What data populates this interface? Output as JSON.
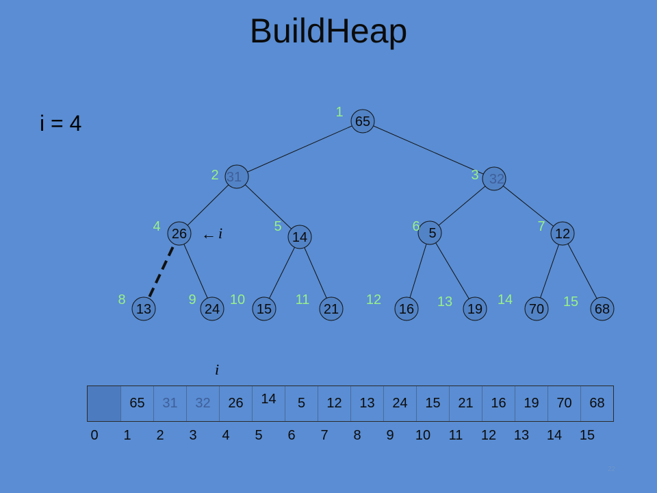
{
  "title": "BuildHeap",
  "iteration_label": "i = 4",
  "pointer_symbol": "i",
  "arrow_glyph": "←",
  "colors": {
    "background": "#5a8dd3",
    "index_label": "#99f08a",
    "node_fill": "#5283c6",
    "highlight_text": "#3f5f9a"
  },
  "tree": {
    "nodes": [
      {
        "index": "1",
        "value": "65"
      },
      {
        "index": "2",
        "value": "31"
      },
      {
        "index": "3",
        "value": "32"
      },
      {
        "index": "4",
        "value": "26"
      },
      {
        "index": "5",
        "value": "14"
      },
      {
        "index": "6",
        "value": "5"
      },
      {
        "index": "7",
        "value": "12"
      },
      {
        "index": "8",
        "value": "13"
      },
      {
        "index": "9",
        "value": "24"
      },
      {
        "index": "10",
        "value": "15"
      },
      {
        "index": "11",
        "value": "21"
      },
      {
        "index": "12",
        "value": "16"
      },
      {
        "index": "13",
        "value": "19"
      },
      {
        "index": "14",
        "value": "70"
      },
      {
        "index": "15",
        "value": "68"
      }
    ]
  },
  "array": {
    "values": [
      "",
      "65",
      "31",
      "32",
      "26",
      "14",
      "5",
      "12",
      "13",
      "24",
      "15",
      "21",
      "16",
      "19",
      "70",
      "68"
    ],
    "indices": [
      "0",
      "1",
      "2",
      "3",
      "4",
      "5",
      "6",
      "7",
      "8",
      "9",
      "10",
      "11",
      "12",
      "13",
      "14",
      "15"
    ]
  },
  "footer": "22"
}
